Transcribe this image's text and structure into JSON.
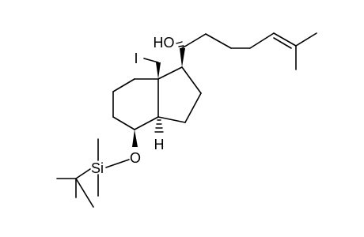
{
  "molecule": {
    "atoms": {
      "iodine": "I",
      "hydroxyl": "HO",
      "ring_junction_h": "H",
      "ether_oxygen": "O",
      "silicon": "Si"
    },
    "colors": {
      "ink": "#000000",
      "background": "#ffffff"
    }
  }
}
